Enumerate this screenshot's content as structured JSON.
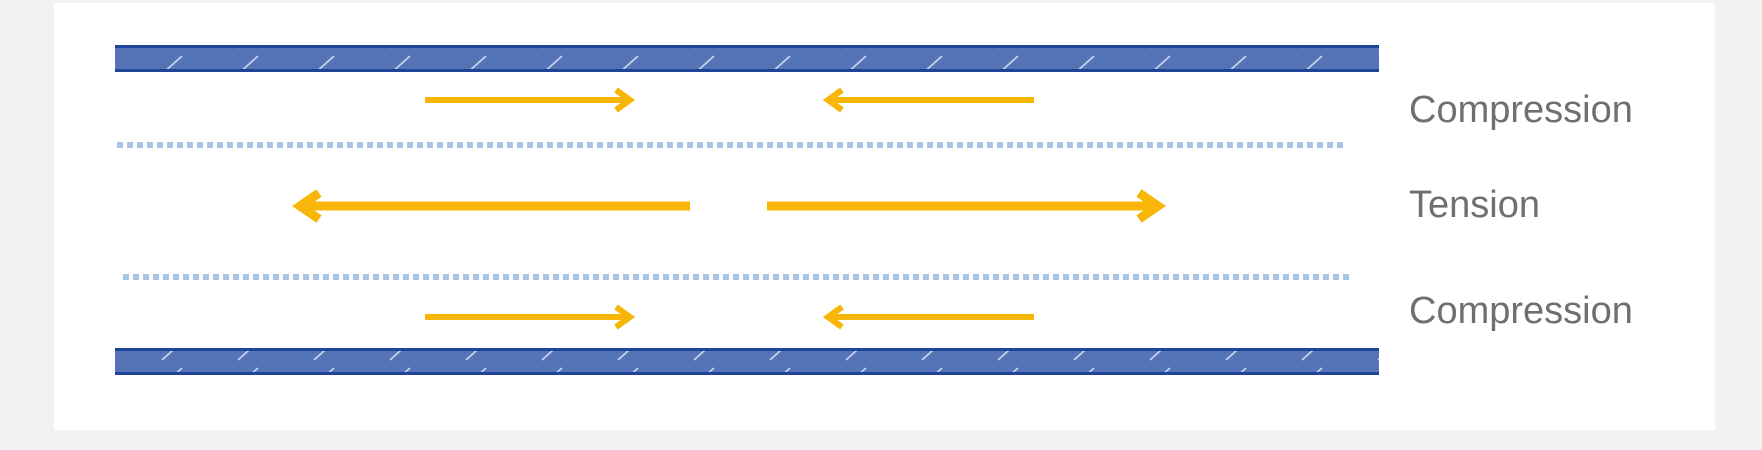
{
  "zones": [
    {
      "label": "Compression",
      "force": "compression"
    },
    {
      "label": "Tension",
      "force": "tension"
    },
    {
      "label": "Compression",
      "force": "compression"
    }
  ],
  "colors": {
    "background": "#f2f2f2",
    "panel": "#ffffff",
    "plate_fill": "#5573b7",
    "plate_border": "#1e4597",
    "plate_hatch": "#c9d6ef",
    "arrow": "#f8b609",
    "boundary_dots": "#a7c4e7",
    "label_text": "#6f6f6f"
  }
}
